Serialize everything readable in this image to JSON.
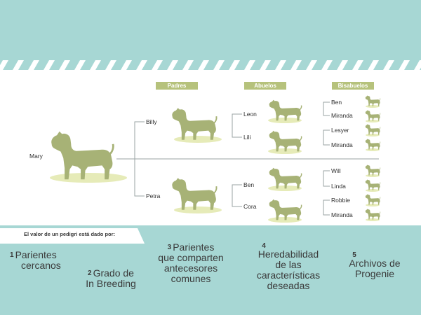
{
  "headers": {
    "padres": "Padres",
    "abuelos": "Abuelos",
    "bisabuelos": "Bisabuelos"
  },
  "names": {
    "mary": "Mary",
    "billy": "Billy",
    "petra": "Petra",
    "leon": "Leon",
    "lili": "Lili",
    "ben": "Ben",
    "cora": "Cora",
    "ggp1": "Ben",
    "ggp2": "Miranda",
    "ggp3": "Lesyer",
    "ggp4": "Miranda",
    "ggp5": "Will",
    "ggp6": "Linda",
    "ggp7": "Robbie",
    "ggp8": "Miranda"
  },
  "intro": "El valor de un pedigri está dado por:",
  "factors": [
    {
      "num": "1",
      "line1": "Parientes",
      "line2": "cercanos",
      "line3": "",
      "line4": ""
    },
    {
      "num": "2",
      "line1": "Grado de",
      "line2": "In Breeding",
      "line3": "",
      "line4": ""
    },
    {
      "num": "3",
      "line1": "Parientes",
      "line2": "que comparten",
      "line3": "antecesores",
      "line4": "comunes"
    },
    {
      "num": "4",
      "line1": "Heredabilidad",
      "line2": "de las",
      "line3": "características",
      "line4": "deseadas"
    },
    {
      "num": "5",
      "line1": "Archivos de",
      "line2": "Progenie",
      "line3": "",
      "line4": ""
    }
  ],
  "colors": {
    "teal": "#a7d7d4",
    "dog": "#a7b276",
    "ground": "#e6ebb8",
    "tag": "#b6c27c"
  }
}
